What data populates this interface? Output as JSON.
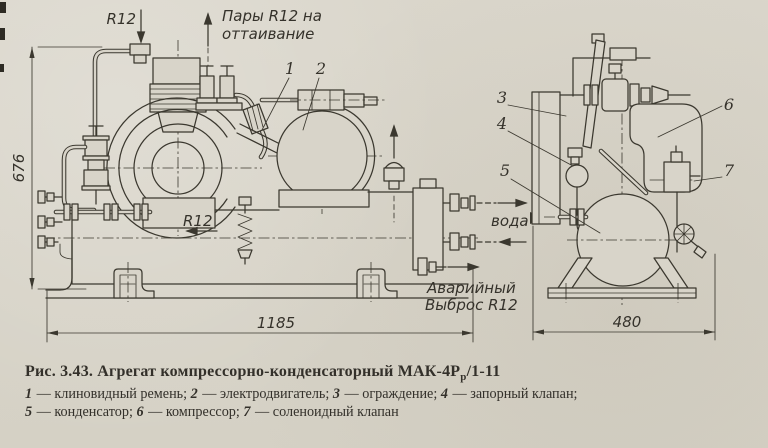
{
  "drawing": {
    "labels": {
      "r12_top": "R12",
      "vapor_line1": "Пары R12 на",
      "vapor_line2": "оттаивание",
      "r12_suction": "R12",
      "water": "вода",
      "emergency_line1": "Аварийный",
      "emergency_line2": "Выброс R12"
    },
    "dimensions": {
      "height": "676",
      "length": "1185",
      "width": "480"
    },
    "callouts": {
      "c1": "1",
      "c2": "2",
      "c3": "3",
      "c4": "4",
      "c5": "5",
      "c6": "6",
      "c7": "7"
    }
  },
  "figure": {
    "caption_prefix": "Рис. 3.43.",
    "caption_text": " Агрегат компрессорно-конденсаторный МАК-4Р",
    "caption_subscript": "р",
    "caption_suffix": "/1-11",
    "legend": [
      {
        "num": "1",
        "term": "клиновидный ремень"
      },
      {
        "num": "2",
        "term": "электродвигатель"
      },
      {
        "num": "3",
        "term": "ограждение"
      },
      {
        "num": "4",
        "term": "запорный клапан"
      },
      {
        "num": "5",
        "term": "конденсатор"
      },
      {
        "num": "6",
        "term": "компрессор"
      },
      {
        "num": "7",
        "term": "соленоидный клапан"
      }
    ],
    "legend_break_after": 4,
    "legend_separator": " — "
  },
  "colors": {
    "paper": "#d8d4c9",
    "ink": "#3b382f"
  }
}
